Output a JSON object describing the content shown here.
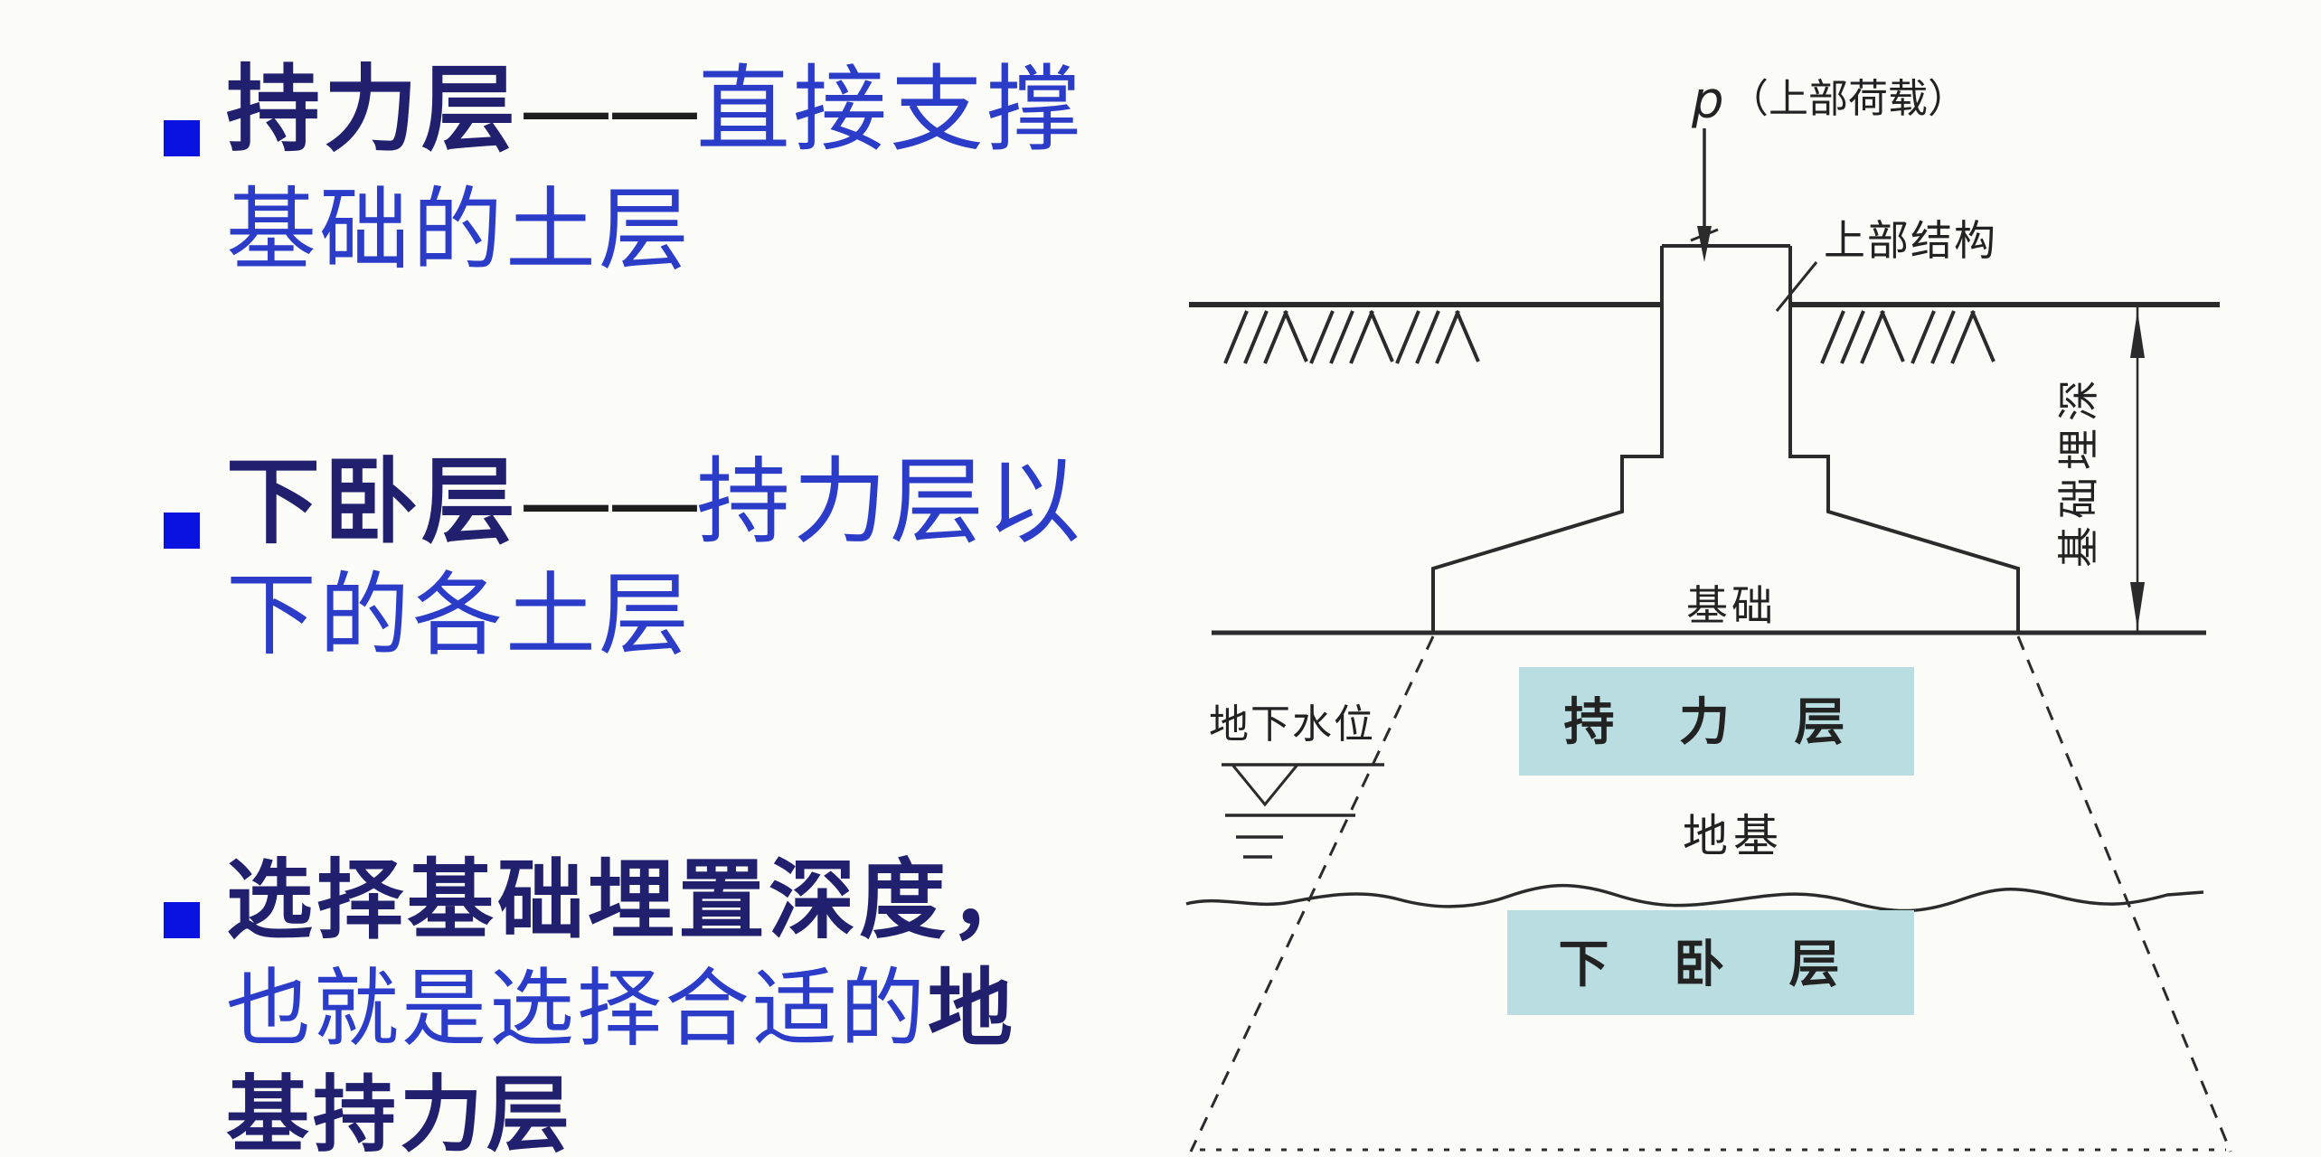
{
  "colors": {
    "background": "#fbfbf8",
    "bullet_square": "#0a12e0",
    "dark_term_text": "#20206e",
    "blue_handwritten_text": "#2a3cc8",
    "dash_text": "#1d1d1d",
    "diagram_line": "#2b2b2b",
    "highlight_box": "#b9dde0"
  },
  "bullets": {
    "b1": {
      "term": "持力层",
      "dash": "——",
      "definition": "直接支撑",
      "line2": "基础的土层"
    },
    "b2": {
      "term": "下卧层",
      "dash": "——",
      "definition": "持力层以",
      "line2": "下的各土层"
    },
    "b3": {
      "line1": "选择基础埋置深度，",
      "line2_blue": "也就是选择合适的",
      "line2_dark": "地",
      "line3": "基持力层"
    }
  },
  "diagram": {
    "load_symbol": "p",
    "load_label": "（上部荷载）",
    "superstructure_label": "上部结构",
    "foundation_label": "基础",
    "bearing_stratum_label": "持 力 层",
    "subgrade_label": "地基",
    "underlying_stratum_label": "下 卧 层",
    "groundwater_label": "地下水位",
    "embedment_depth_label": "基础埋深"
  }
}
